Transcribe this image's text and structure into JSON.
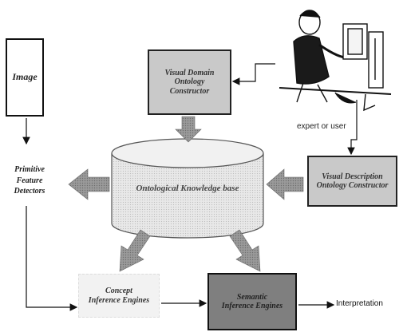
{
  "nodes": {
    "image": "Image",
    "visual_domain_ontology": "Visual Domain\nOntology\nConstructor",
    "knowledge_base": "Ontological Knowledge base",
    "visual_description_ontology": "Visual Description\nOntology Constructor",
    "primitive_feature_detectors": "Primitive\nFeature\nDetectors",
    "concept_inference": "Concept\nInference Engines",
    "semantic_inference": "Semantic\nInference Engines",
    "expert": "expert or user",
    "interpretation": "Interpretation"
  },
  "colors": {
    "box_fill": "#c9c9c9",
    "dark_box_fill": "#7f7f7f",
    "cylinder_fill": "#e4e4e4",
    "arrow_fill": "#8a8a8a"
  }
}
